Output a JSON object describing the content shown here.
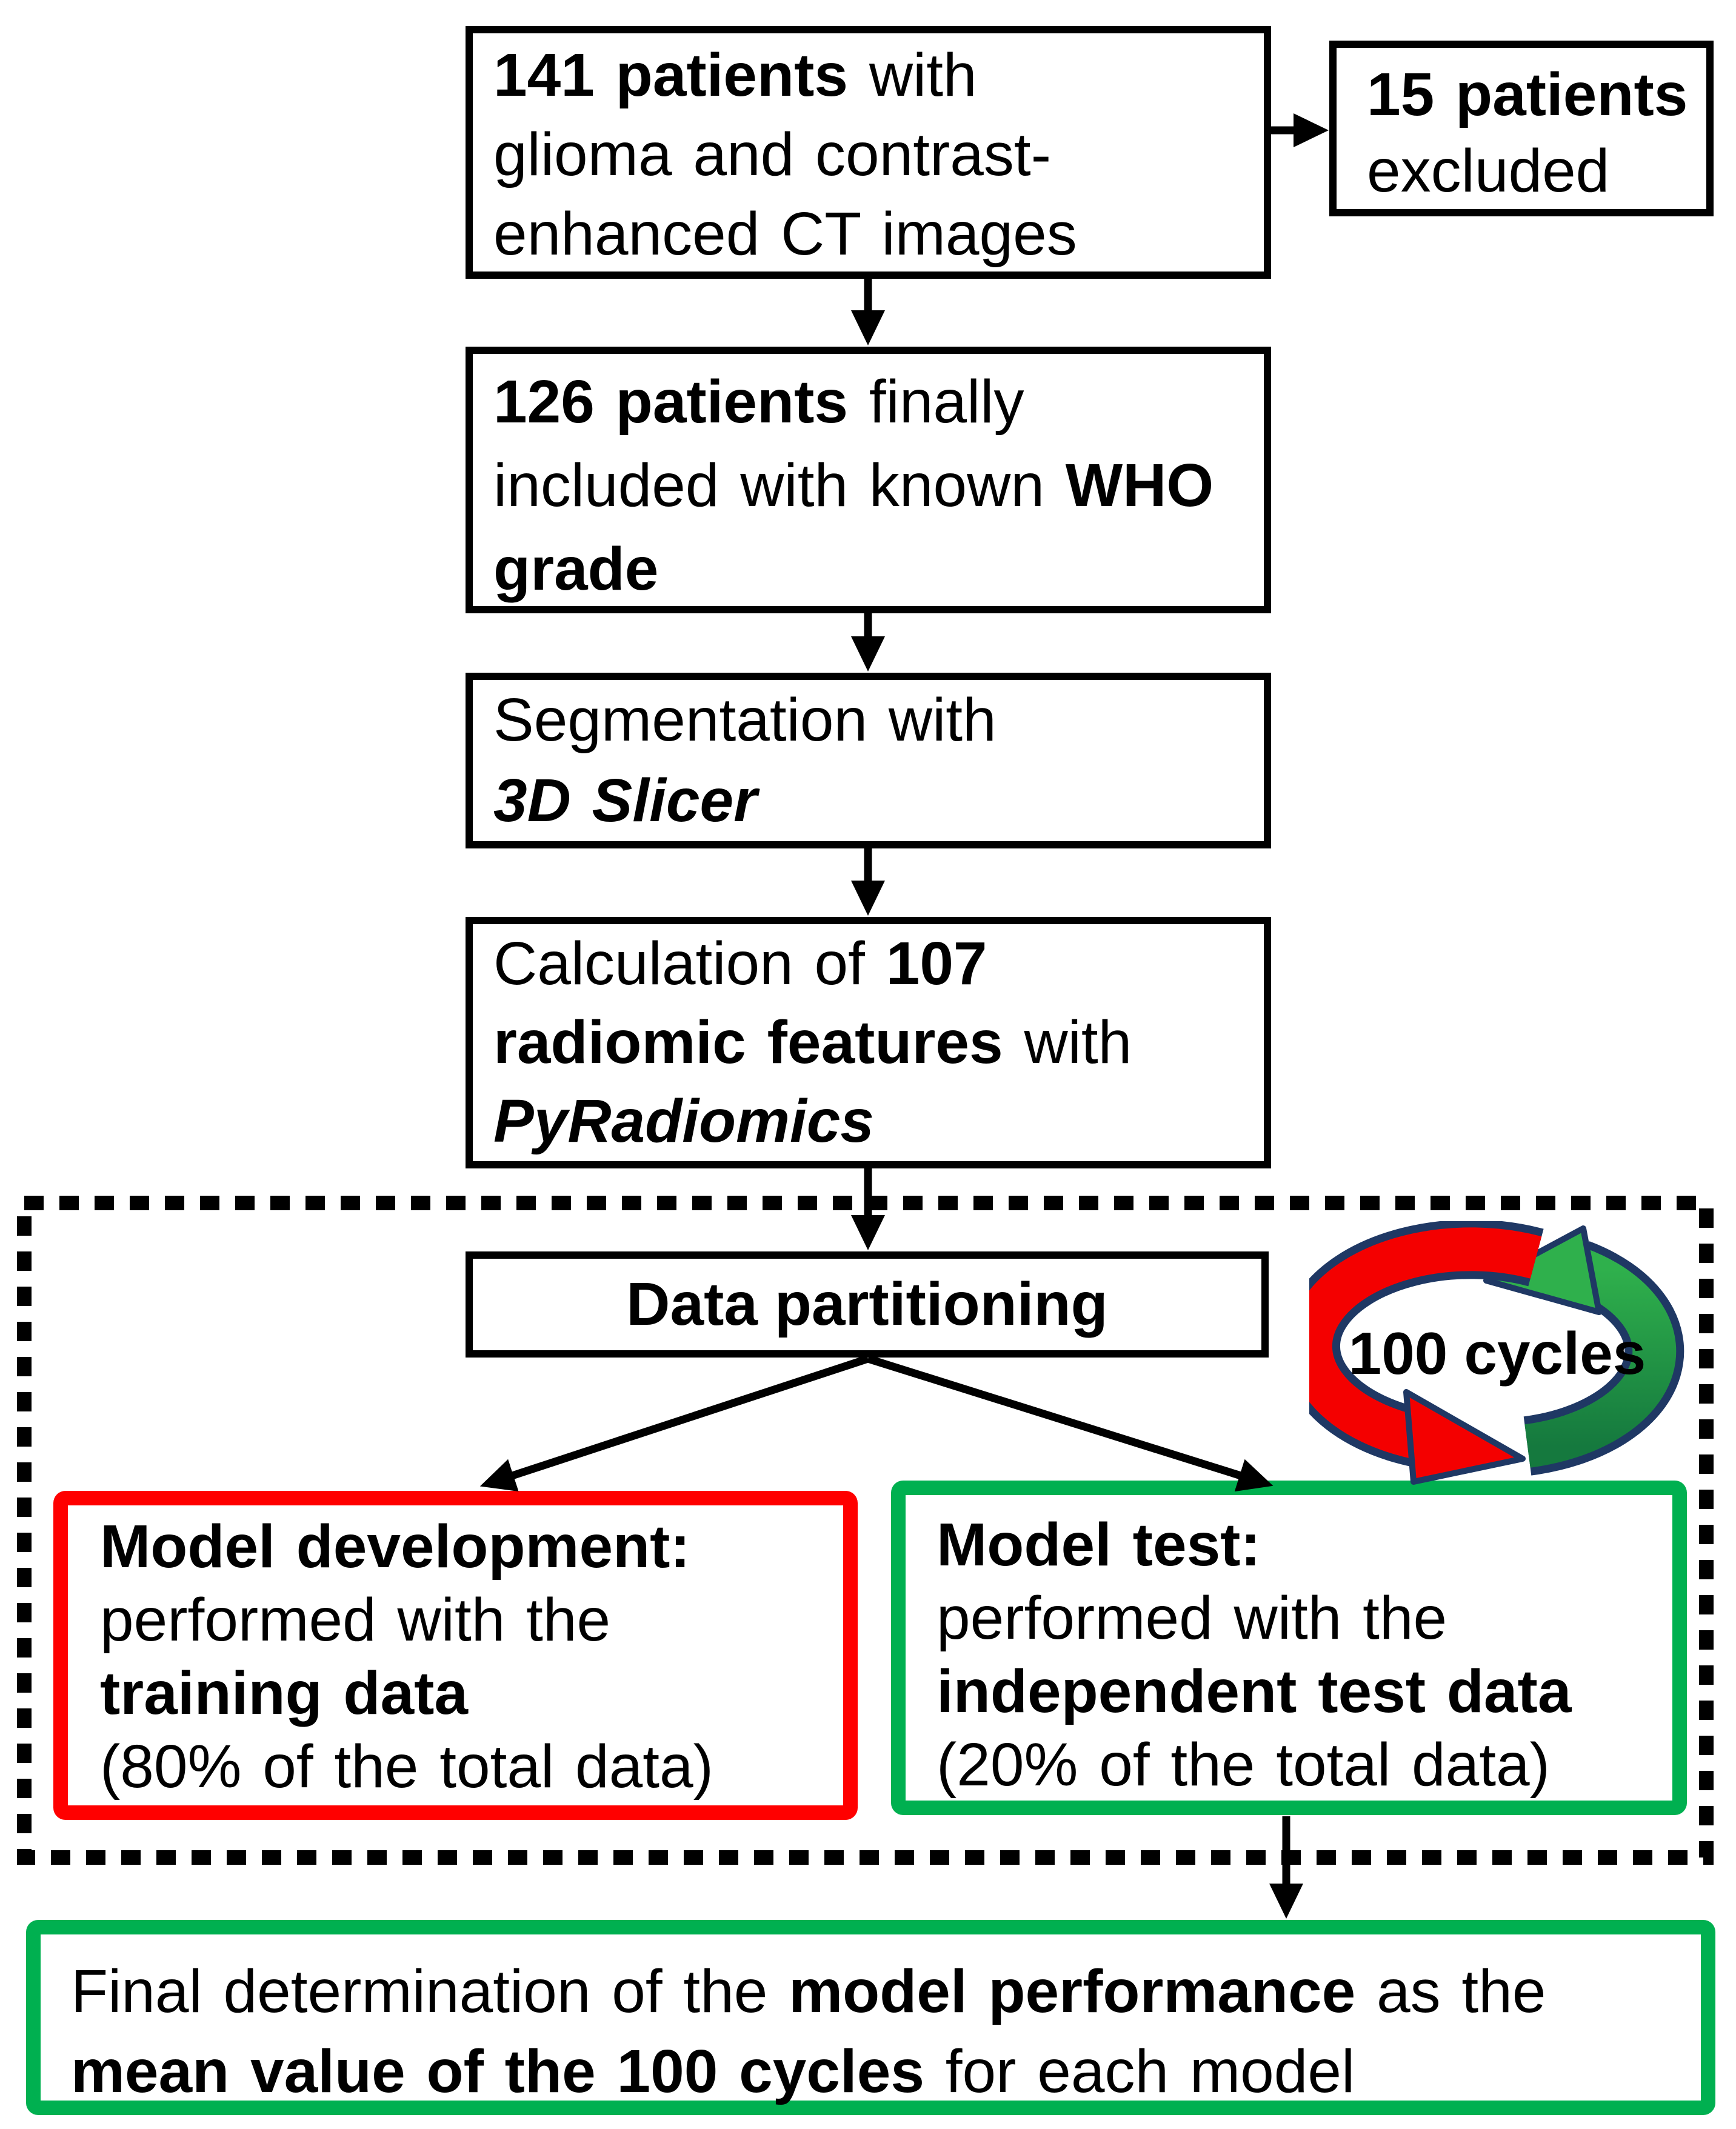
{
  "figure": {
    "title": "Study workflow flowchart",
    "boxes": {
      "box1": {
        "lines": [
          [
            {
              "t": "141 patients",
              "b": true
            },
            {
              "t": " with"
            }
          ],
          [
            {
              "t": "glioma and contrast-"
            }
          ],
          [
            {
              "t": "enhanced CT images"
            }
          ]
        ]
      },
      "excluded": {
        "lines": [
          [
            {
              "t": "15 patients",
              "b": true
            }
          ],
          [
            {
              "t": "excluded"
            }
          ]
        ]
      },
      "box2": {
        "lines": [
          [
            {
              "t": "126 patients",
              "b": true
            },
            {
              "t": " finally"
            }
          ],
          [
            {
              "t": "included with known "
            },
            {
              "t": "WHO",
              "b": true
            }
          ],
          [
            {
              "t": "grade",
              "b": true
            }
          ]
        ]
      },
      "box3": {
        "lines": [
          [
            {
              "t": "Segmentation with"
            }
          ],
          [
            {
              "t": "3D Slicer",
              "b": true,
              "i": true
            }
          ]
        ]
      },
      "box4": {
        "lines": [
          [
            {
              "t": "Calculation of "
            },
            {
              "t": "107",
              "b": true
            }
          ],
          [
            {
              "t": "radiomic features",
              "b": true
            },
            {
              "t": " with"
            }
          ],
          [
            {
              "t": "PyRadiomics",
              "b": true,
              "i": true
            }
          ]
        ]
      },
      "partition": {
        "label": "Data partitioning"
      },
      "cycles": {
        "label": "100 cycles"
      },
      "modelDev": {
        "lines": [
          [
            {
              "t": "Model development:",
              "b": true
            }
          ],
          [
            {
              "t": "performed with the"
            }
          ],
          [
            {
              "t": "training data",
              "b": true
            }
          ],
          [
            {
              "t": "(80% of the total data)"
            }
          ]
        ]
      },
      "modelTest": {
        "lines": [
          [
            {
              "t": "Model test:",
              "b": true
            }
          ],
          [
            {
              "t": "performed with the"
            }
          ],
          [
            {
              "t": "independent test data",
              "b": true
            }
          ],
          [
            {
              "t": "(20% of the total data)"
            }
          ]
        ]
      },
      "final": {
        "lines": [
          [
            {
              "t": "Final determination of the "
            },
            {
              "t": "model performance",
              "b": true
            },
            {
              "t": " as the"
            }
          ],
          [
            {
              "t": "mean value of the 100 cycles",
              "b": true
            },
            {
              "t": " for each model"
            }
          ]
        ]
      }
    },
    "colors": {
      "box_border_black": "#000000",
      "model_dev_border_red": "#FF0000",
      "model_test_border_green": "#00B050",
      "final_border_green": "#00B050",
      "cycle_arrow_red": "#F40000",
      "cycle_arrow_green_light": "#2FB04C",
      "cycle_arrow_green_dark": "#15793E",
      "cycle_arrow_outline_navy": "#1F3864",
      "background": "#FFFFFF"
    }
  }
}
